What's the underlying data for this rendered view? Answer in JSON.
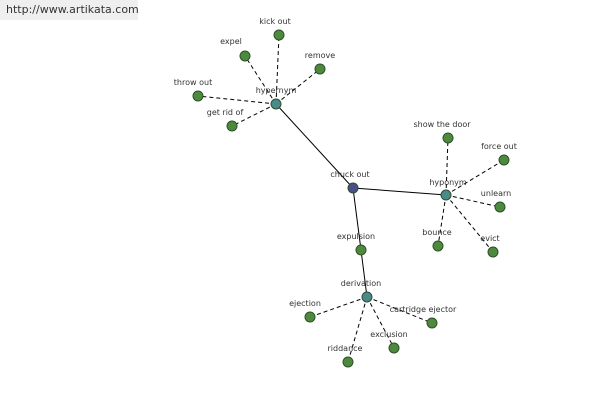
{
  "header": {
    "url": "http://www.artikata.com"
  },
  "colors": {
    "root_node": "#4a4f8c",
    "group_node": "#4a8a8a",
    "leaf_node": "#4e8a3e",
    "node_stroke": "#2f4f2a",
    "edge": "#000000"
  },
  "graph": {
    "root": {
      "label": "chuck out"
    },
    "hypernym": {
      "label": "hypernym",
      "leaves": [
        "kick out",
        "expel",
        "remove",
        "throw out",
        "get rid of"
      ]
    },
    "hyponym": {
      "label": "hyponym",
      "leaves": [
        "show the door",
        "force out",
        "unlearn",
        "bounce",
        "evict"
      ]
    },
    "expulsion": {
      "label": "expulsion"
    },
    "derivation": {
      "label": "derivation",
      "leaves": [
        "ejection",
        "cartridge ejector",
        "riddance",
        "exclusion"
      ]
    }
  }
}
